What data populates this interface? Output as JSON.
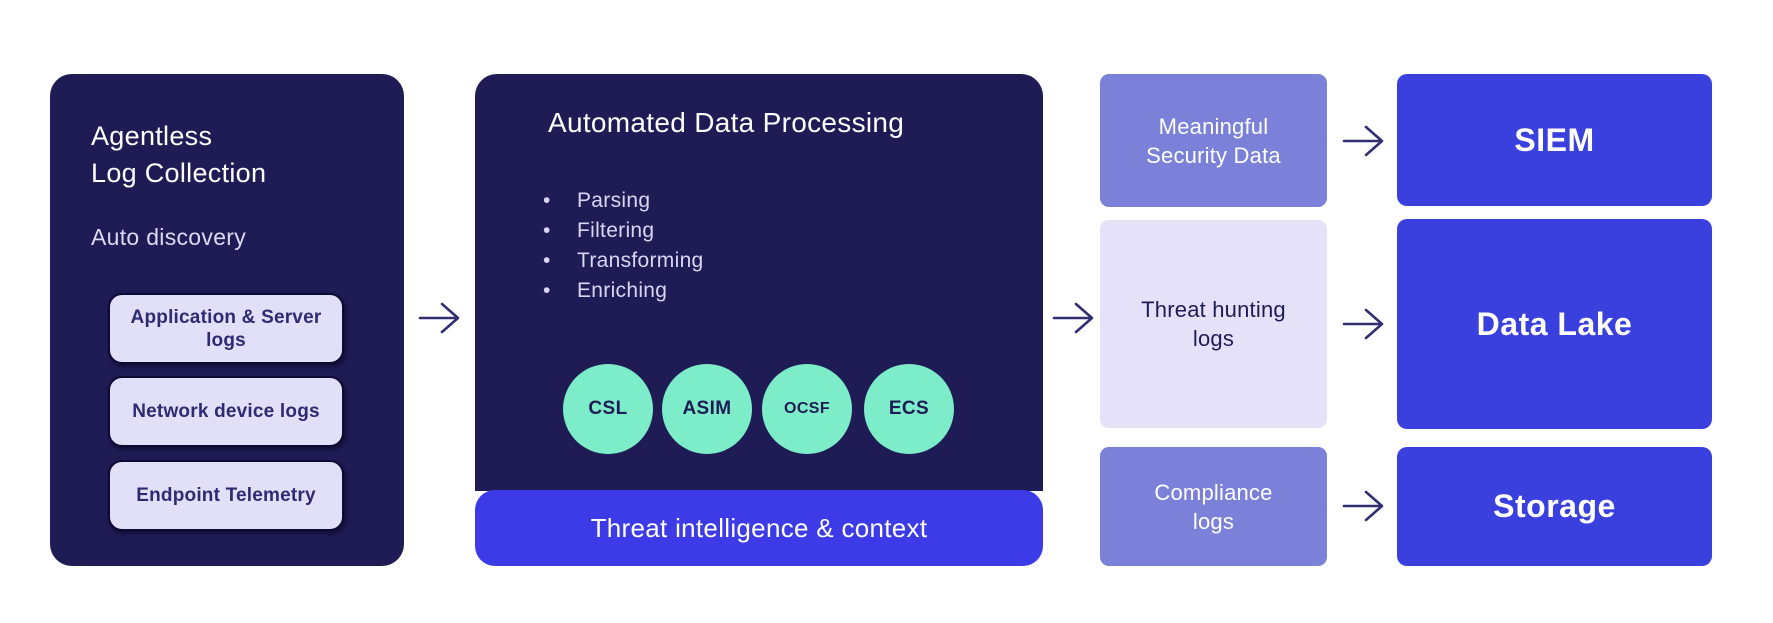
{
  "left_panel": {
    "title": "Agentless\nLog Collection",
    "subtitle": "Auto discovery",
    "sources": [
      {
        "label": "Application & Server\nlogs"
      },
      {
        "label": "Network device logs"
      },
      {
        "label": "Endpoint Telemetry"
      }
    ]
  },
  "processing_panel": {
    "title": "Automated Data Processing",
    "steps": [
      "Parsing",
      "Filtering",
      "Transforming",
      "Enriching"
    ],
    "schemas": [
      "CSL",
      "ASIM",
      "OCSF",
      "ECS"
    ],
    "footer": "Threat intelligence & context"
  },
  "outputs": [
    {
      "label": "Meaningful\nSecurity Data"
    },
    {
      "label": "Threat hunting\nlogs"
    },
    {
      "label": "Compliance\nlogs"
    }
  ],
  "destinations": [
    {
      "label": "SIEM"
    },
    {
      "label": "Data Lake"
    },
    {
      "label": "Storage"
    }
  ],
  "colors": {
    "panel_navy": "#1f1c55",
    "destination_blue": "#3a40de",
    "intel_bar_blue": "#3d3be8",
    "periwinkle": "#7b80d8",
    "lavender": "#e4e1f9",
    "mint_green": "#7cecc9",
    "arrow_indigo": "#312e72"
  }
}
